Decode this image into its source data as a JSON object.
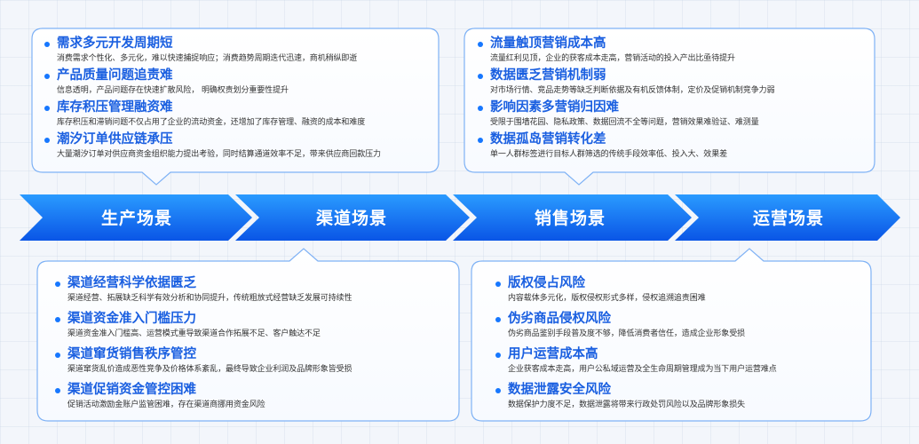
{
  "stages": [
    "生产场景",
    "渠道场景",
    "销售场景",
    "运营场景"
  ],
  "top_left": [
    {
      "title": "需求多元开发周期短",
      "desc": "消费需求个性化、多元化，难以快速捕捉响应；消费趋势周期迭代迅速，商机稍纵即逝"
    },
    {
      "title": "产品质量问题追责难",
      "desc": "信息透明，产品问题存在快速扩散风险， 明确权责划分重要性提升"
    },
    {
      "title": "库存积压管理融资难",
      "desc": "库存积压和滞销问题不仅占用了企业的流动资金，还增加了库存管理、融资的成本和难度"
    },
    {
      "title": "潮汐订单供应链承压",
      "desc": "大量潮汐订单对供应商资金组织能力提出考验，同时结算通道效率不足，带来供应商回款压力"
    }
  ],
  "top_right": [
    {
      "title": "流量触顶营销成本高",
      "desc": "流量红利见顶，企业的获客成本走高，营销活动的投入产出比亟待提升"
    },
    {
      "title": "数据匮乏营销机制弱",
      "desc": "对市场行情、竞品走势等缺乏判断依据及有机反馈体制，定价及促销机制竞争力弱"
    },
    {
      "title": "影响因素多营销归因难",
      "desc": "受限于围墙花园、隐私政策、数据回流不全等问题，营销效果难验证、难测量"
    },
    {
      "title": "数据孤岛营销转化差",
      "desc": "单一人群标签进行目标人群筛选的传统手段效率低、投入大、效果差"
    }
  ],
  "bottom_left": [
    {
      "title": "渠道经营科学依据匮乏",
      "desc": "渠道经营、拓展缺乏科学有效分析和协同提升，传统粗放式经营缺乏发展可持续性"
    },
    {
      "title": "渠道资金准入门槛压力",
      "desc": "渠道资金准入门槛高、运营模式重导致渠道合作拓展不足、客户触达不足"
    },
    {
      "title": "渠道窜货销售秩序管控",
      "desc": "渠道窜货乱价造成恶性竞争及价格体系紊乱，最终导致企业利润及品牌形象皆受损"
    },
    {
      "title": "渠道促销资金管控困难",
      "desc": "促销活动激励金账户监管困难，存在渠道商挪用资金风险"
    }
  ],
  "bottom_right": [
    {
      "title": "版权侵占风险",
      "desc": "内容载体多元化，版权侵权形式多样，侵权追溯追责困难"
    },
    {
      "title": "伪劣商品侵权风险",
      "desc": "伪劣商品鉴别手段普及度不够，降低消费者信任，造成企业形象受损"
    },
    {
      "title": "用户运营成本高",
      "desc": "企业获客成本走高，用户公私域运营及全生命周期管理成为当下用户运营难点"
    },
    {
      "title": "数据泄露安全风险",
      "desc": "数据保护力度不足，数据泄露将带来行政处罚风险以及品牌形象损失"
    }
  ],
  "colors": {
    "accent": "#1677ff",
    "title": "#1a5fe0",
    "arrow_light": "#1a8cff",
    "arrow_dark": "#0a4fe0"
  }
}
